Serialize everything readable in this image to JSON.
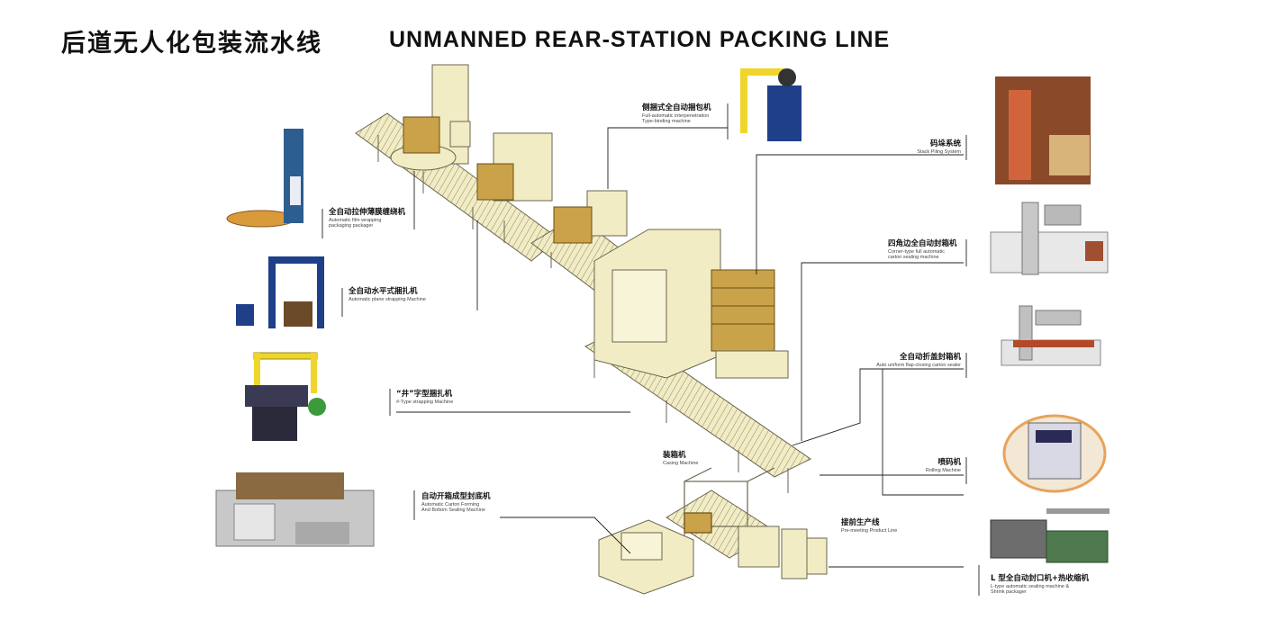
{
  "title": {
    "cn": "后道无人化包装流水线",
    "en": "UNMANNED REAR-STATION PACKING LINE"
  },
  "labels": {
    "wrapping": {
      "cn": "全自动拉伸薄膜缠绕机",
      "en1": "Automatic film wrapping",
      "en2": "packaging packager"
    },
    "plane_strapping": {
      "cn": "全自动水平式捆扎机",
      "en1": "Automatic plane strapping Machine",
      "en2": ""
    },
    "hash_strapping": {
      "cn": "“井”字型捆扎机",
      "en1": "#-Type strapping Machine",
      "en2": ""
    },
    "carton_forming": {
      "cn": "自动开箱成型封底机",
      "en1": "Automatic Carton Forming",
      "en2": "And Bottom Sealing Machine"
    },
    "side_binding": {
      "cn": "侧捆式全自动捆包机",
      "en1": "Full-automatic interpenetration",
      "en2": "Type-binding machine"
    },
    "stack_piling": {
      "cn": "码垛系统",
      "en1": "Stack Piling System",
      "en2": ""
    },
    "corner_sealing": {
      "cn": "四角边全自动封箱机",
      "en1": "Corner-type full automatic",
      "en2": "carton sealing machine"
    },
    "flap_sealing": {
      "cn": "全自动折盖封箱机",
      "en1": "Auto uniform flap-closing carton sealer",
      "en2": ""
    },
    "inkjet": {
      "cn": "喷码机",
      "en1": "Rolling Machine",
      "en2": ""
    },
    "casing": {
      "cn": "装箱机",
      "en1": "Casing Machine",
      "en2": ""
    },
    "pre_meeting": {
      "cn": "接前生产线",
      "en1": "Pre-meeting Product Line",
      "en2": ""
    },
    "l_type": {
      "cn": "L 型全自动封口机+热收缩机",
      "en1": "L-type automatic sealing machine &",
      "en2": "Shrink packager"
    }
  },
  "colors": {
    "machine_fill": "#f2ecc4",
    "machine_stroke": "#6a6650",
    "box_fill": "#c9a24a",
    "box_stroke": "#6b4d16",
    "leader": "#222222",
    "blue_machine": "#2e5d8f",
    "navy_machine": "#1f3f88",
    "yellow_frame": "#f0d52c",
    "orange": "#c97a3b"
  }
}
